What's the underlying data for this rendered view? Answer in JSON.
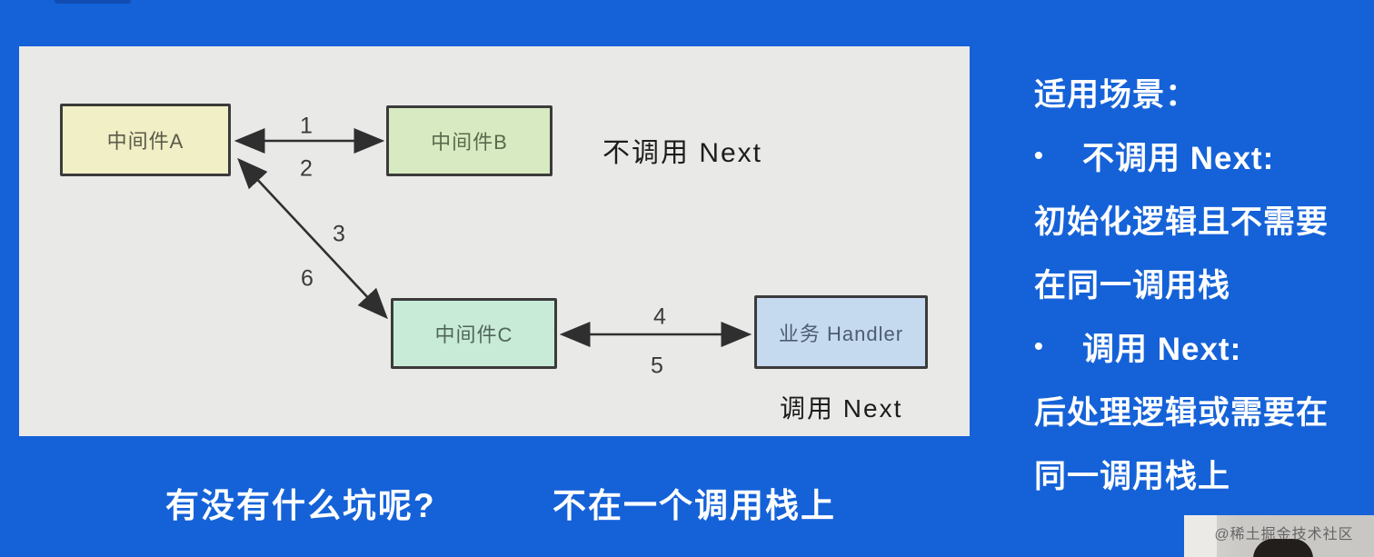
{
  "colors": {
    "background": "#1562d8",
    "panel": "#e9e9e8",
    "box_a_fill": "#f0efc5",
    "box_b_fill": "#d7eac1",
    "box_c_fill": "#c8ebd7",
    "box_handler_fill": "#c5d9ef",
    "box_border": "#3b3b3b",
    "arrow": "#2f2f2f",
    "caption_text": "#1d1d1d",
    "note_text": "#ffffff"
  },
  "diagram": {
    "boxes": {
      "a": {
        "label": "中间件A"
      },
      "b": {
        "label": "中间件B"
      },
      "c": {
        "label": "中间件C"
      },
      "handler": {
        "label": "业务 Handler"
      }
    },
    "arrow_labels": {
      "1": "1",
      "2": "2",
      "3": "3",
      "4": "4",
      "5": "5",
      "6": "6"
    },
    "captions": {
      "no_next": "不调用 Next",
      "next": "调用 Next"
    }
  },
  "bottom": {
    "question": "有没有什么坑呢?",
    "statement": "不在一个调用栈上"
  },
  "right_panel": {
    "title": "适用场景：",
    "bullet": "•",
    "lines": [
      {
        "bullet": true,
        "text": "不调用 Next:"
      },
      {
        "bullet": false,
        "text": "初始化逻辑且不需要"
      },
      {
        "bullet": false,
        "text": "在同一调用栈"
      },
      {
        "bullet": true,
        "text": "调用 Next:"
      },
      {
        "bullet": false,
        "text": "后处理逻辑或需要在"
      },
      {
        "bullet": false,
        "text": "同一调用栈上"
      }
    ]
  },
  "webcam": {
    "watermark": "@稀土掘金技术社区"
  }
}
